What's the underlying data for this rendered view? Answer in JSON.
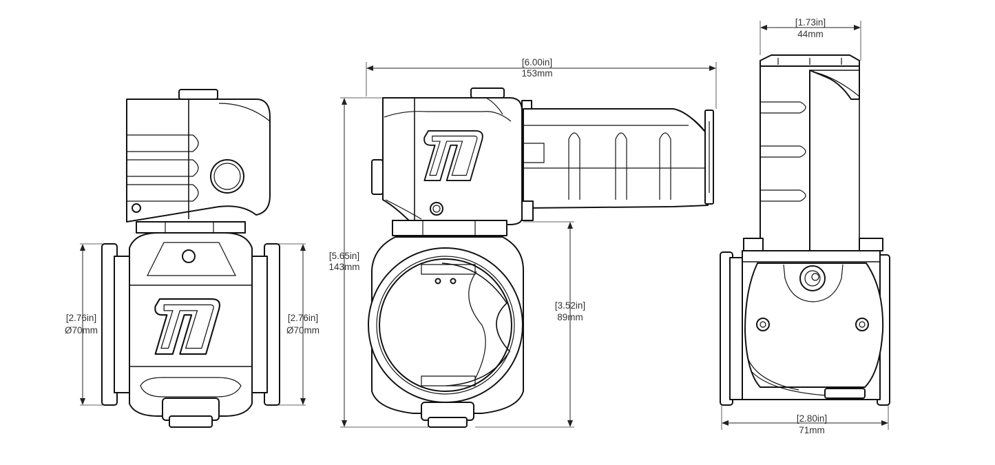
{
  "colors": {
    "line": "#111111",
    "dimension": "#222222",
    "text": "#333333",
    "background": "#ffffff"
  },
  "icons": {
    "logo": "turbosmart-logo-icon"
  },
  "dimensions": {
    "front_left": {
      "in": "[2.76in]",
      "mm": "Ø70mm"
    },
    "front_right": {
      "in": "[2.76in]",
      "mm": "Ø70mm"
    },
    "side_width": {
      "in": "[6.00in]",
      "mm": "153mm"
    },
    "side_height": {
      "in": "[5.65in]",
      "mm": "143mm"
    },
    "side_pipe": {
      "in": "[3.52in]",
      "mm": "89mm"
    },
    "end_top": {
      "in": "[1.73in]",
      "mm": "44mm"
    },
    "end_bottom": {
      "in": "[2.80in]",
      "mm": "71mm"
    }
  }
}
